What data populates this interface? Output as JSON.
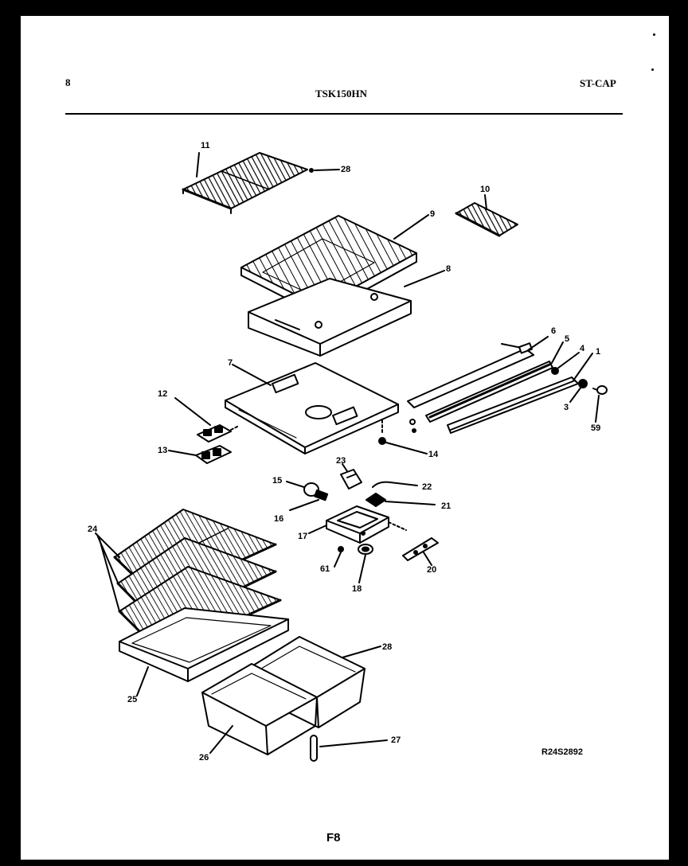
{
  "header": {
    "page_marker": "8",
    "model": "TSK150HN",
    "category": "ST-CAP"
  },
  "parts": [
    {
      "id": "p11",
      "label": "11"
    },
    {
      "id": "p28",
      "label": "28"
    },
    {
      "id": "p10",
      "label": "10"
    },
    {
      "id": "p9",
      "label": "9"
    },
    {
      "id": "p8",
      "label": "8"
    },
    {
      "id": "p6",
      "label": "6"
    },
    {
      "id": "p5",
      "label": "5"
    },
    {
      "id": "p4",
      "label": "4"
    },
    {
      "id": "p1",
      "label": "1"
    },
    {
      "id": "p7",
      "label": "7"
    },
    {
      "id": "p3",
      "label": "3"
    },
    {
      "id": "p59",
      "label": "59"
    },
    {
      "id": "p12",
      "label": "12"
    },
    {
      "id": "p13",
      "label": "13"
    },
    {
      "id": "p14",
      "label": "14"
    },
    {
      "id": "p23",
      "label": "23"
    },
    {
      "id": "p15",
      "label": "15"
    },
    {
      "id": "p22",
      "label": "22"
    },
    {
      "id": "p16",
      "label": "16"
    },
    {
      "id": "p21",
      "label": "21"
    },
    {
      "id": "p17",
      "label": "17"
    },
    {
      "id": "p24",
      "label": "24"
    },
    {
      "id": "p61",
      "label": "61"
    },
    {
      "id": "p20",
      "label": "20"
    },
    {
      "id": "p18",
      "label": "18"
    },
    {
      "id": "p28b",
      "label": "28"
    },
    {
      "id": "p25",
      "label": "25"
    },
    {
      "id": "p27",
      "label": "27"
    },
    {
      "id": "p26",
      "label": "26"
    }
  ],
  "footer": {
    "drawing_code": "R24S2892",
    "page": "F8"
  }
}
